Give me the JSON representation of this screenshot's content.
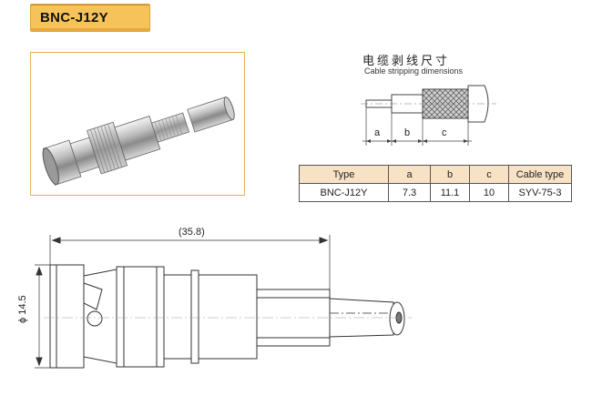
{
  "header": {
    "title": "BNC-J12Y"
  },
  "stripping": {
    "title_cn": "电缆剥线尺寸",
    "title_en": "Cable stripping dimensions",
    "labels": [
      "a",
      "b",
      "c"
    ]
  },
  "spec_table": {
    "headers": [
      "Type",
      "a",
      "b",
      "c",
      "Cable type"
    ],
    "row": [
      "BNC-J12Y",
      "7.3",
      "11.1",
      "10",
      "SYV-75-3"
    ]
  },
  "drawing": {
    "length_label": "(35.8)",
    "diameter_label": "ϕ 14.5"
  }
}
